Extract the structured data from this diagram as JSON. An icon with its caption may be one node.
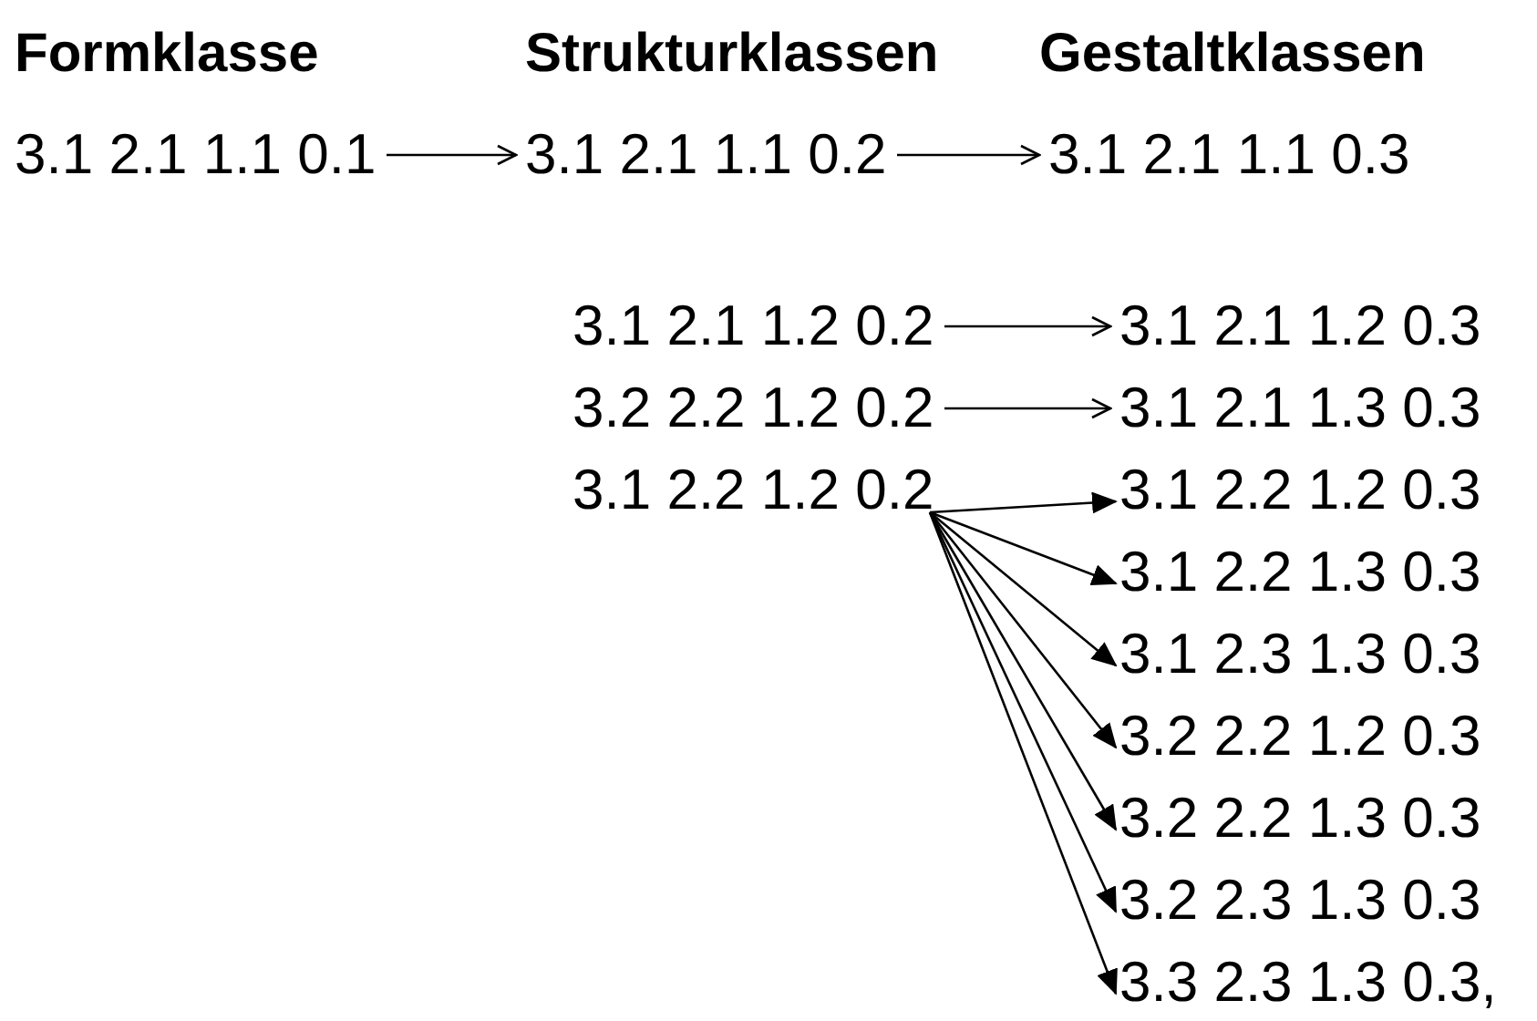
{
  "diagram": {
    "nodes": [
      {
        "text": [
          "3.1 2.1 1.1 0.1"
        ]
      },
      {
        "text": [
          "3.1 2.1 1.1 0.2"
        ]
      },
      {
        "text": [
          "3.1 2.1 1.1 0.3"
        ]
      },
      {
        "text": [
          "3.1 2.1 1.2 0.2"
        ]
      },
      {
        "text": [
          "3.1 2.1 1.2 0.3"
        ]
      },
      {
        "text": [
          "3.2 2.2 1.2 0.2"
        ]
      },
      {
        "text": [
          "3.1 2.1 1.3 0.3"
        ]
      },
      {
        "text": [
          "3.1 2.2 1.2 0.2"
        ]
      },
      {
        "text": [
          "3.1 2.2 1.2 0.3"
        ]
      },
      {
        "text": [
          "3.1 2.2 1.3 0.3"
        ]
      },
      {
        "text": [
          "3.1 2.3 1.3 0.3"
        ]
      },
      {
        "text": [
          "3.2 2.2 1.2 0.3"
        ]
      },
      {
        "text": [
          "3.2 2.2 1.3 0.3"
        ]
      },
      {
        "text": [
          "3.2 2.3 1.3 0.3"
        ]
      },
      {
        "text": [
          "3.3 2.3 1.3 0.3,"
        ]
      }
    ],
    "edges": [
      {
        "from": 0,
        "to": 1,
        "arrow": "to"
      },
      {
        "from": 1,
        "to": 2,
        "arrow": "to"
      },
      {
        "from": 3,
        "to": 4,
        "arrow": "to"
      },
      {
        "from": 5,
        "to": 6,
        "arrow": "to"
      },
      {
        "from": 7,
        "to": 8,
        "arrow": "to"
      },
      {
        "from": 7,
        "to": 9,
        "arrow": "to"
      },
      {
        "from": 7,
        "to": 10,
        "arrow": "to"
      },
      {
        "from": 7,
        "to": 11,
        "arrow": "to"
      },
      {
        "from": 7,
        "to": 12,
        "arrow": "to"
      },
      {
        "from": 7,
        "to": 13,
        "arrow": "to"
      },
      {
        "from": 7,
        "to": 14,
        "arrow": "to"
      }
    ],
    "labels": [
      "Formklasse",
      "Strukturklassen",
      "Gestaltklassen"
    ]
  }
}
